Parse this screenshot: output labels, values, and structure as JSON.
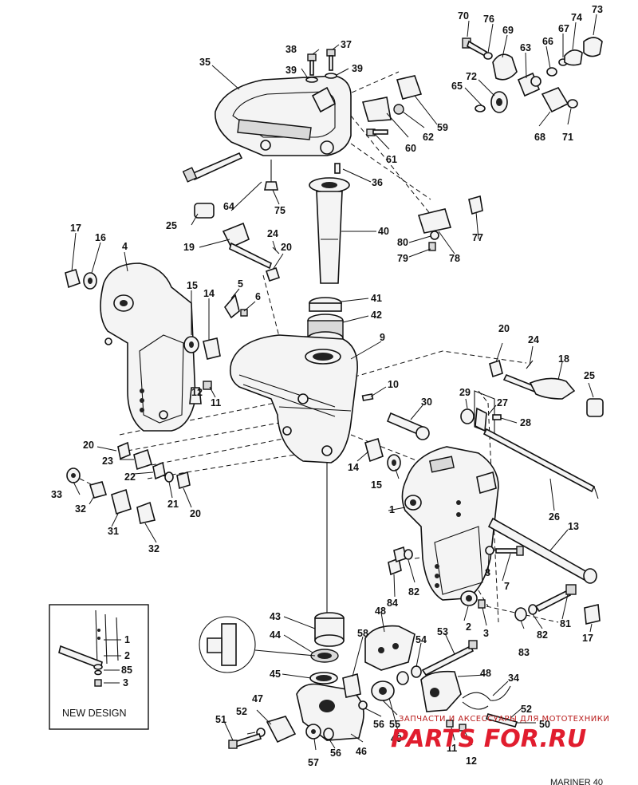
{
  "labels": [
    "1",
    "2",
    "3",
    "4",
    "5",
    "6",
    "7",
    "8",
    "9",
    "10",
    "11",
    "12",
    "13",
    "14",
    "15",
    "16",
    "17",
    "18",
    "19",
    "20",
    "21",
    "22",
    "23",
    "24",
    "25",
    "26",
    "27",
    "28",
    "29",
    "30",
    "31",
    "32",
    "33",
    "34",
    "35",
    "36",
    "37",
    "38",
    "39",
    "40",
    "41",
    "42",
    "43",
    "44",
    "45",
    "46",
    "47",
    "48",
    "49",
    "50",
    "51",
    "52",
    "53",
    "54",
    "55",
    "56",
    "57",
    "58",
    "59",
    "60",
    "61",
    "62",
    "63",
    "64",
    "65",
    "66",
    "67",
    "68",
    "69",
    "70",
    "71",
    "72",
    "73",
    "74",
    "75",
    "76",
    "77",
    "78",
    "79",
    "80",
    "81",
    "82",
    "83",
    "84",
    "85"
  ],
  "inset": {
    "title": "NEW DESIGN",
    "callouts": [
      "1",
      "2",
      "85",
      "3"
    ]
  },
  "watermark": {
    "line1": "ЗАПЧАСТИ И АКСЕССУАРЫ ДЛЯ МОТОТЕХНИКИ",
    "line2": "PARTS FOR.RU"
  },
  "footer": "MARINER 40"
}
